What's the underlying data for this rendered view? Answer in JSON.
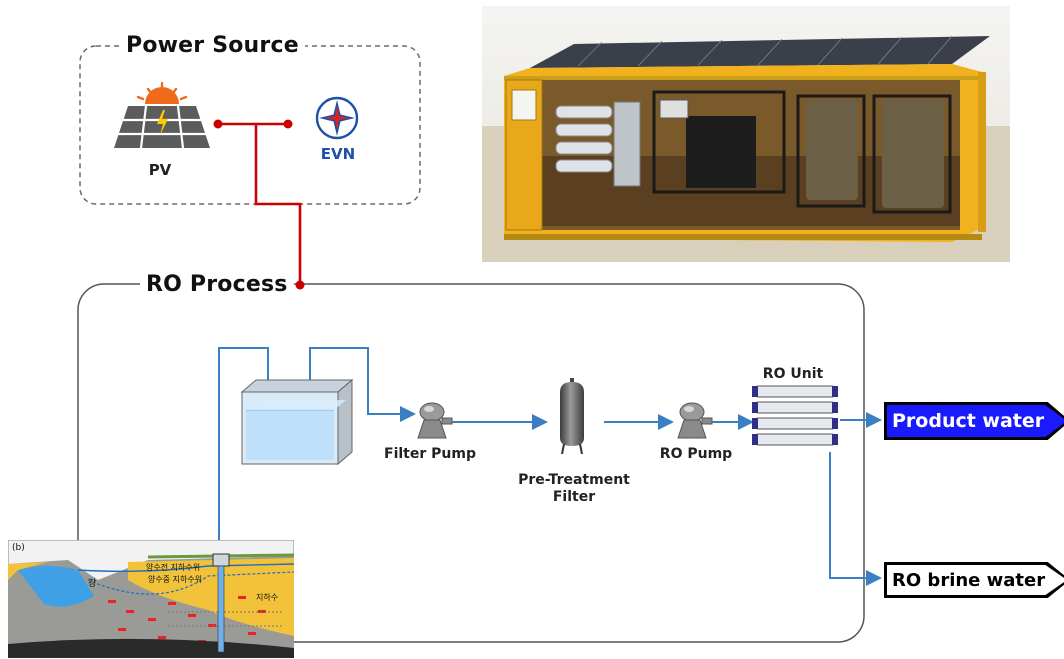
{
  "power_source": {
    "title": "Power Source",
    "pv_label": "PV",
    "grid_label": "EVN"
  },
  "ro_process": {
    "title": "RO Process",
    "filter_pump_label": "Filter Pump",
    "pretreatment_label_line1": "Pre-Treatment",
    "pretreatment_label_line2": "Filter",
    "ro_pump_label": "RO Pump",
    "ro_unit_label": "RO Unit",
    "product_water_label": "Product water",
    "brine_water_label": "RO brine water"
  },
  "groundwater_inset": {
    "panel_tag": "(b)",
    "river_label": "강",
    "pumping_level_label": "양수전 지하수위",
    "drawdown_label": "양수중 지하수위",
    "groundwater_label": "지하수"
  },
  "colors": {
    "power_line": "#cc0000",
    "water_pipe": "#3a7fc2",
    "product_fill": "#1a1aff",
    "container": "#f2b21d"
  }
}
